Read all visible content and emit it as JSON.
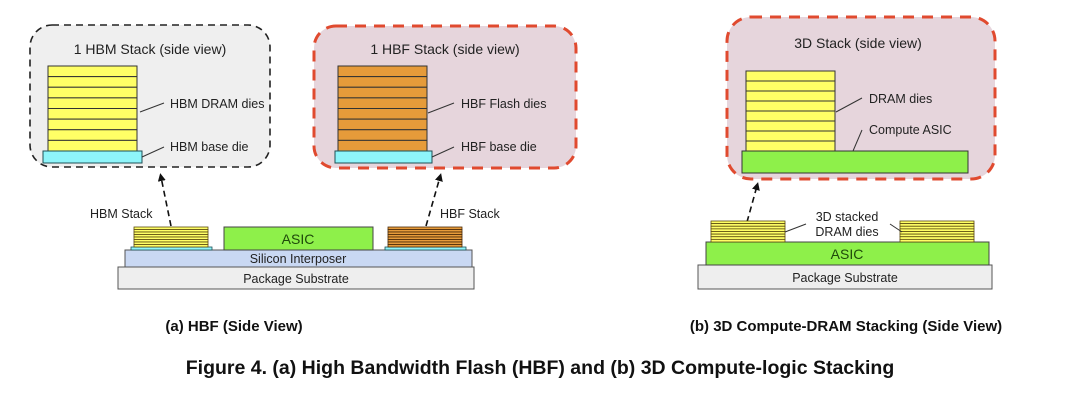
{
  "panel_a": {
    "hbm_box": {
      "title": "1 HBM Stack (side view)",
      "dram_label": "HBM DRAM dies",
      "base_label": "HBM base die",
      "die_count": 8
    },
    "hbf_box": {
      "title": "1 HBF Stack (side view)",
      "flash_label": "HBF Flash dies",
      "base_label": "HBF base die",
      "die_count": 8
    },
    "package": {
      "hbm_stack_label": "HBM Stack",
      "hbf_stack_label": "HBF Stack",
      "asic_label": "ASIC",
      "interposer_label": "Silicon Interposer",
      "substrate_label": "Package Substrate"
    },
    "subtitle": "(a) HBF (Side View)"
  },
  "panel_b": {
    "stack_box": {
      "title": "3D Stack (side view)",
      "dram_label": "DRAM dies",
      "asic_label": "Compute ASIC",
      "die_count": 8
    },
    "package": {
      "stacked_label_line1": "3D stacked",
      "stacked_label_line2": "DRAM dies",
      "asic_label": "ASIC",
      "substrate_label": "Package Substrate"
    },
    "subtitle": "(b) 3D Compute-DRAM Stacking (Side View)"
  },
  "caption": "Figure 4. (a) High Bandwidth Flash (HBF) and (b) 3D Compute-logic Stacking",
  "colors": {
    "dram_yellow": "#ffff66",
    "flash_orange": "#e69b3a",
    "base_cyan": "#8ef5fa",
    "asic_green": "#8ef04a",
    "interposer_blue": "#c9d8f3",
    "substrate_gray": "#eeeeee",
    "hbm_box_fill": "#efefef",
    "hbf_box_fill": "#e6d5dc",
    "red_dash": "#e04a2f"
  }
}
